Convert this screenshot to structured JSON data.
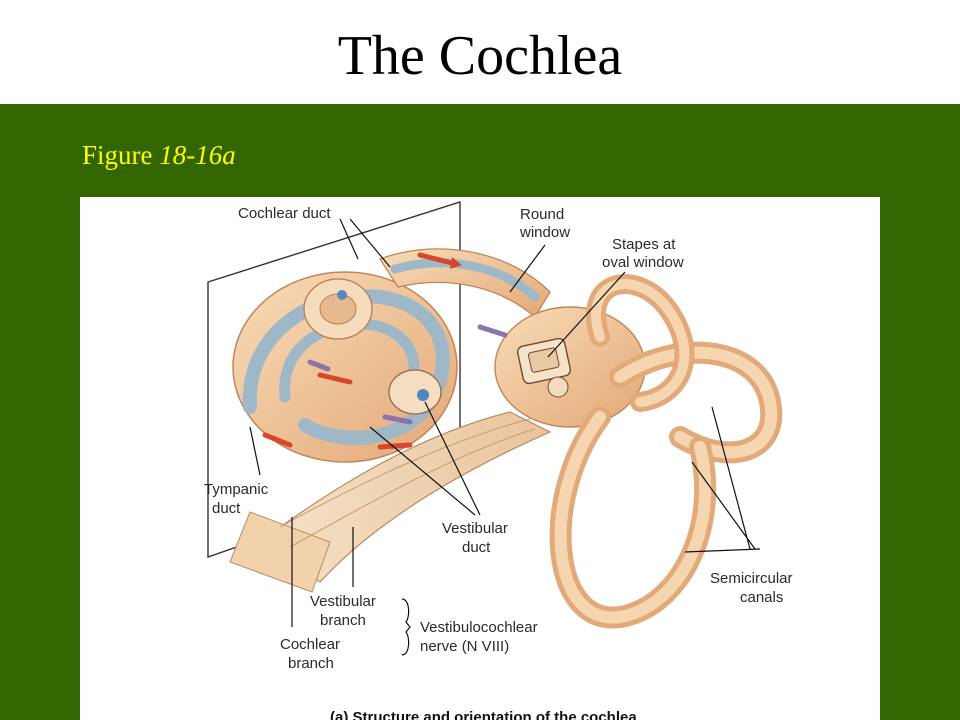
{
  "slide": {
    "title": "The Cochlea",
    "figure_word": "Figure",
    "figure_number": "18-16a"
  },
  "diagram": {
    "labels": {
      "cochlear_duct": "Cochlear duct",
      "round_window_1": "Round",
      "round_window_2": "window",
      "stapes_1": "Stapes at",
      "stapes_2": "oval window",
      "tympanic_1": "Tympanic",
      "tympanic_2": "duct",
      "vestibular_duct_1": "Vestibular",
      "vestibular_duct_2": "duct",
      "semicircular_1": "Semicircular",
      "semicircular_2": "canals",
      "vestibular_branch_1": "Vestibular",
      "vestibular_branch_2": "branch",
      "cochlear_branch_1": "Cochlear",
      "cochlear_branch_2": "branch",
      "nerve_1": "Vestibulocochlear",
      "nerve_2": "nerve (N VIII)",
      "caption": "(a)  Structure and orientation of the cochlea"
    },
    "colors": {
      "tissue": "#f2c79a",
      "tissue_dark": "#d99a66",
      "duct_blue": "#9fb8c8",
      "arrow_red": "#d9472b",
      "arrow_purple": "#8a74a8",
      "background_green": "#336600",
      "caption_yellow": "#ffff00"
    }
  }
}
